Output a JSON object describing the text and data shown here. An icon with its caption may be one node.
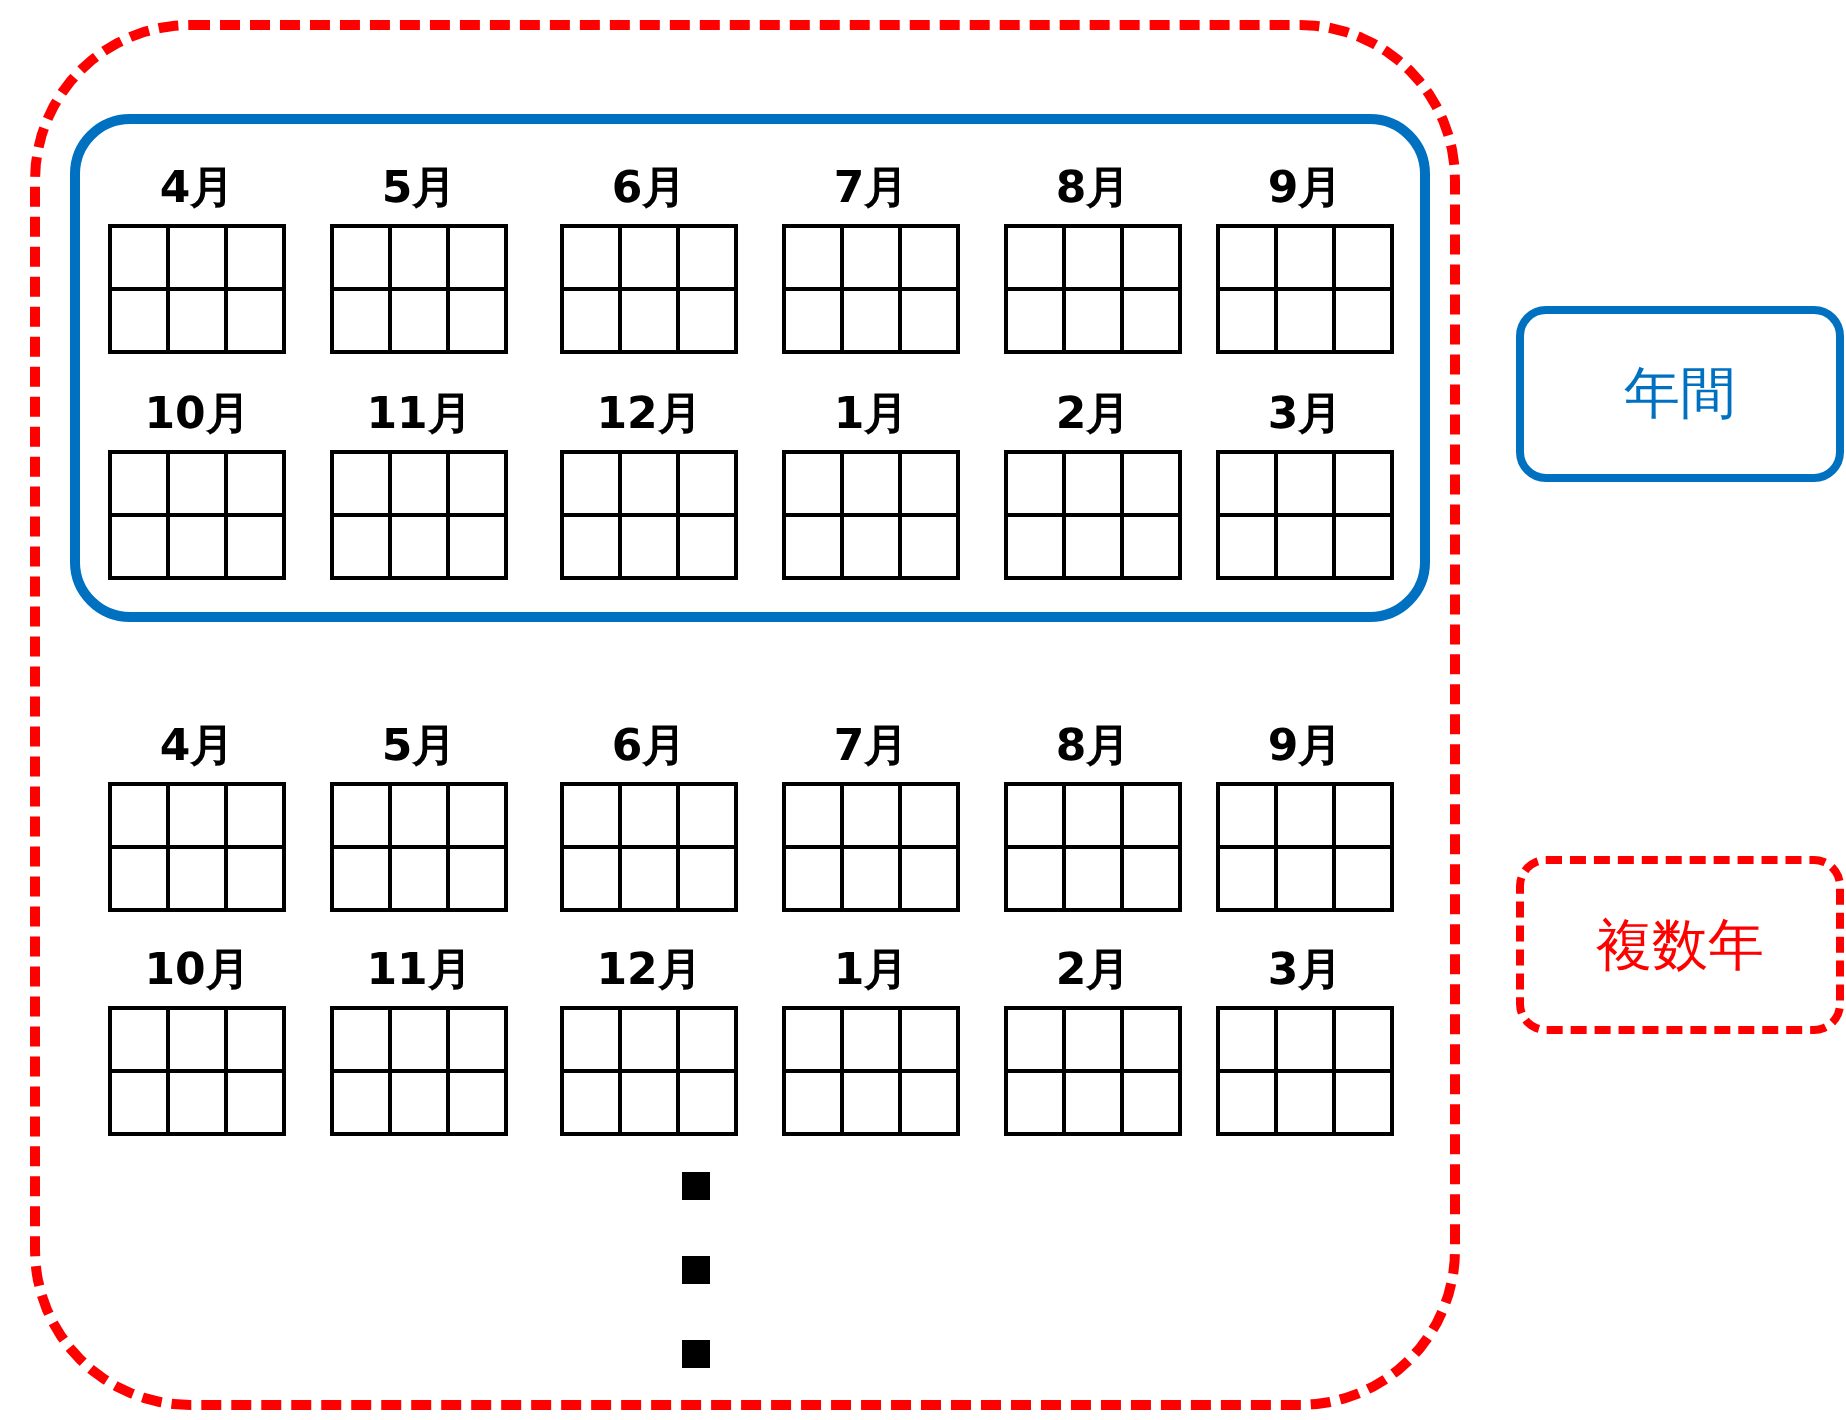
{
  "diagram": {
    "nodes": [
      {
        "text": [],
        "shape": "box"
      },
      {
        "text": [],
        "shape": "box",
        "in": 0
      },
      {
        "text": [
          "4月"
        ],
        "in": 1
      },
      {
        "text": [
          "5月"
        ],
        "in": 1
      },
      {
        "text": [
          "6月"
        ],
        "in": 1
      },
      {
        "text": [
          "7月"
        ],
        "in": 1
      },
      {
        "text": [
          "8月"
        ],
        "in": 1
      },
      {
        "text": [
          "9月"
        ],
        "in": 1
      },
      {
        "text": [
          "10月"
        ],
        "in": 1
      },
      {
        "text": [
          "11月"
        ],
        "in": 1
      },
      {
        "text": [
          "12月"
        ],
        "in": 1
      },
      {
        "text": [
          "1月"
        ],
        "in": 1
      },
      {
        "text": [
          "2月"
        ],
        "in": 1
      },
      {
        "text": [
          "3月"
        ],
        "in": 1
      },
      {
        "text": [
          "4月"
        ],
        "in": 0
      },
      {
        "text": [
          "5月"
        ],
        "in": 0
      },
      {
        "text": [
          "6月"
        ],
        "in": 0
      },
      {
        "text": [
          "7月"
        ],
        "in": 0
      },
      {
        "text": [
          "8月"
        ],
        "in": 0
      },
      {
        "text": [
          "9月"
        ],
        "in": 0
      },
      {
        "text": [
          "10月"
        ],
        "in": 0
      },
      {
        "text": [
          "11月"
        ],
        "in": 0
      },
      {
        "text": [
          "12月"
        ],
        "in": 0
      },
      {
        "text": [
          "1月"
        ],
        "in": 0
      },
      {
        "text": [
          "2月"
        ],
        "in": 0
      },
      {
        "text": [
          "3月"
        ],
        "in": 0
      },
      {
        "text": [
          "年間"
        ]
      },
      {
        "text": [
          "複数年"
        ]
      }
    ]
  }
}
